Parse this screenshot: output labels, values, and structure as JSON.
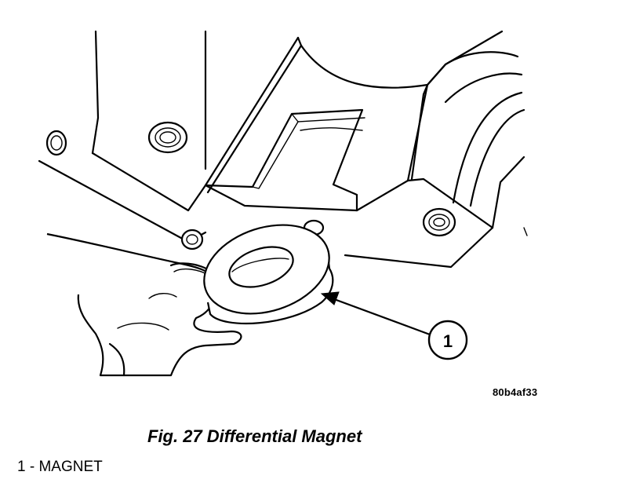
{
  "figure": {
    "title": "Fig. 27 Differential Magnet",
    "image_code": "80b4af33"
  },
  "callouts": [
    {
      "number": "1",
      "label": "MAGNET"
    }
  ],
  "legend_text": "1 - MAGNET"
}
